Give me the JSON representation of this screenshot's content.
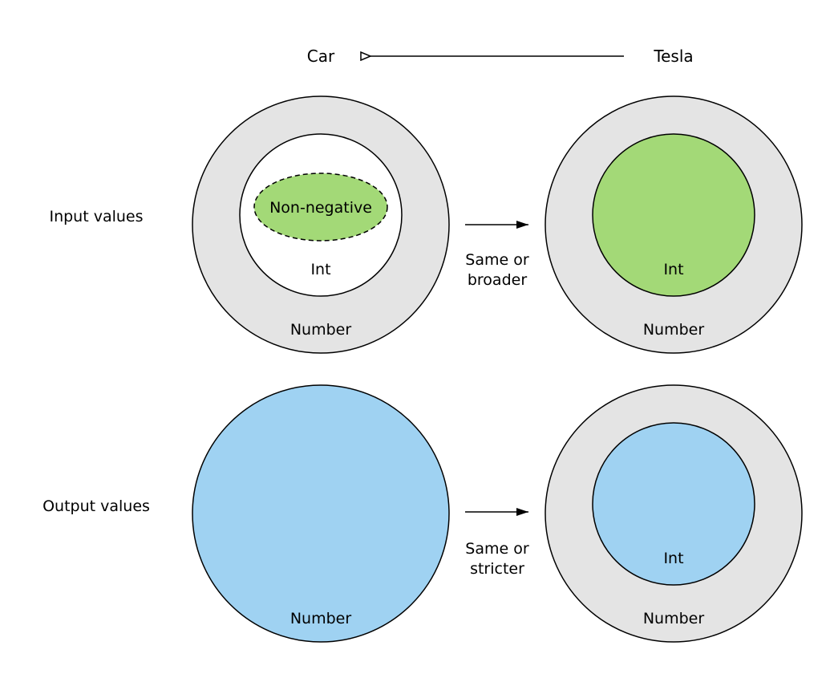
{
  "header": {
    "parent_type": "Car",
    "child_type": "Tesla"
  },
  "rows": {
    "input": {
      "label": "Input values",
      "relation": [
        "Same or",
        "broader"
      ],
      "car": {
        "outer": "Number",
        "inner": "Int",
        "region": "Non-negative"
      },
      "tesla": {
        "outer": "Number",
        "inner": "Int"
      }
    },
    "output": {
      "label": "Output values",
      "relation": [
        "Same or",
        "stricter"
      ],
      "car": {
        "outer": "Number"
      },
      "tesla": {
        "outer": "Number",
        "inner": "Int"
      }
    }
  },
  "colors": {
    "set_fill": "#e4e4e4",
    "input_fill": "#a3d977",
    "output_fill": "#9fd2f2",
    "stroke": "#000000"
  }
}
